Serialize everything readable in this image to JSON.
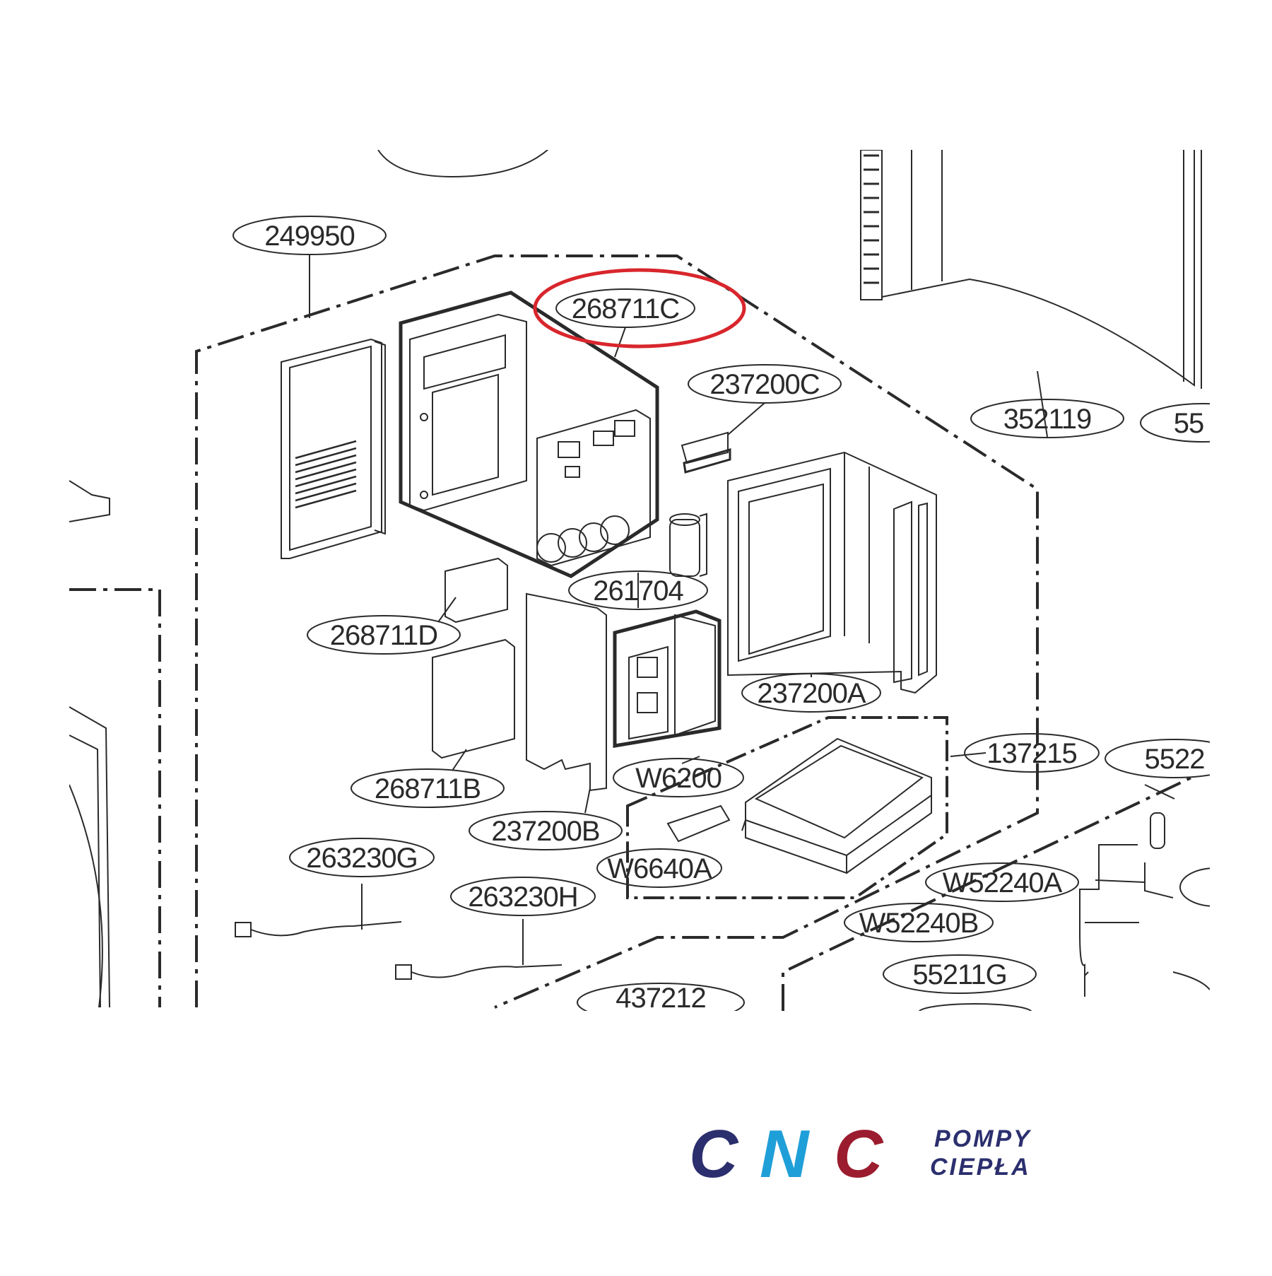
{
  "diagram": {
    "labels": {
      "l249950": "249950",
      "l268711C": "268711C",
      "l237200C": "237200C",
      "l352119": "352119",
      "l55_right": "55",
      "l261704": "261704",
      "l268711D": "268711D",
      "l237200A": "237200A",
      "l268711B": "268711B",
      "l137215": "137215",
      "l55220_right": "5522",
      "lW6200": "W6200",
      "l237200B": "237200B",
      "l263230G": "263230G",
      "lW6640A": "W6640A",
      "lW52240A": "W52240A",
      "l263230H": "263230H",
      "lW52240B": "W52240B",
      "l55211G": "55211G",
      "l437212": "437212"
    },
    "highlighted_part": "268711C",
    "highlight_color": "#d8262c",
    "line_color": "#2a2a2a"
  },
  "logo": {
    "brand": "CNC",
    "line1": "POMPY",
    "line2": "CIEPŁA",
    "colors": {
      "c1": "#2b2f6e",
      "n": "#1f9fd8",
      "c2": "#9b1c2e"
    }
  }
}
